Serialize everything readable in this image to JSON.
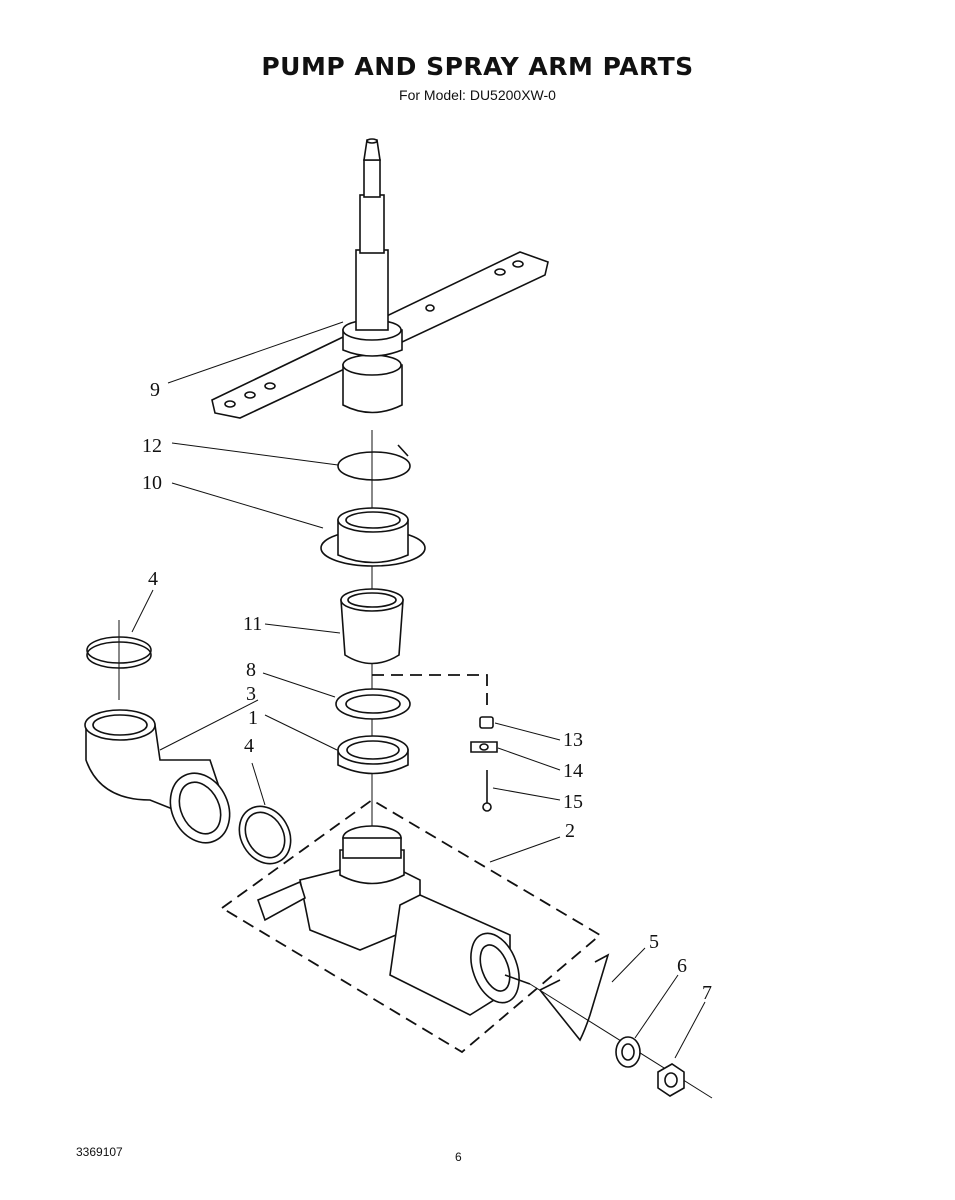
{
  "header": {
    "title": "PUMP AND SPRAY ARM PARTS",
    "subtitle": "For Model: DU5200XW-0"
  },
  "callouts": [
    "9",
    "12",
    "10",
    "4",
    "11",
    "8",
    "3",
    "1",
    "4",
    "13",
    "14",
    "15",
    "2",
    "5",
    "6",
    "7"
  ],
  "footer": {
    "doc_number": "3369107",
    "page_number": "6"
  }
}
